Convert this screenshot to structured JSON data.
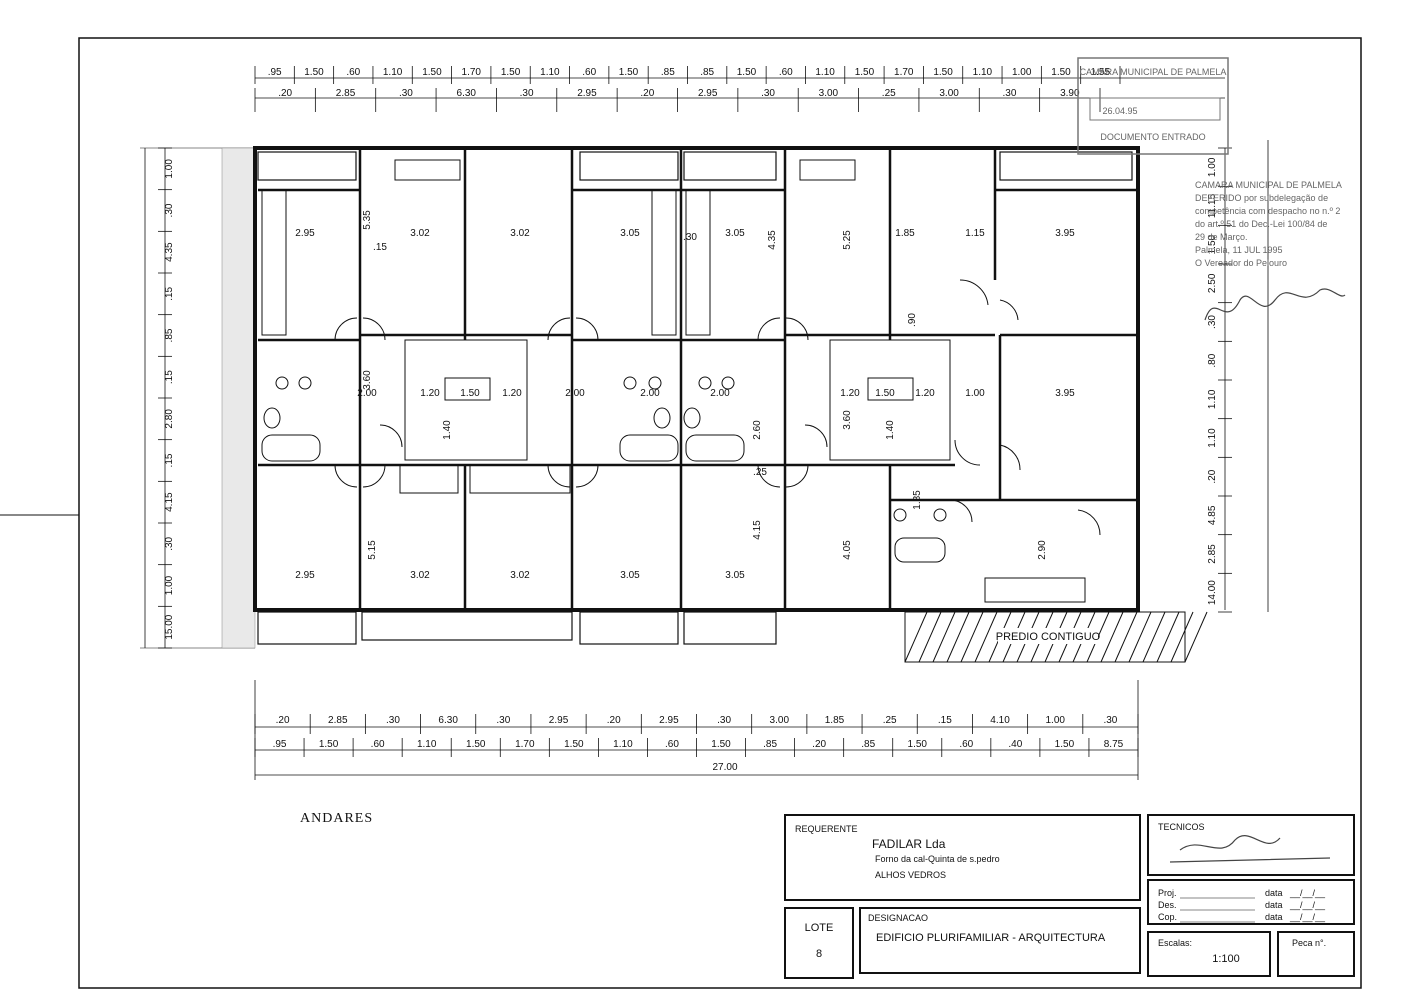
{
  "drawing": {
    "heading": "ANDARES",
    "neighbor_label": "PREDIO CONTIGUO",
    "top_dims_row1": [
      ".95",
      "1.50",
      ".60",
      "1.10",
      "1.50",
      "1.70",
      "1.50",
      "1.10",
      ".60",
      "1.50",
      ".85",
      ".85",
      "1.50",
      ".60",
      "1.10",
      "1.50",
      "1.70",
      "1.50",
      "1.10",
      "1.00",
      "1.50",
      "1.55"
    ],
    "top_dims_row2": [
      ".20",
      "2.85",
      ".30",
      "6.30",
      ".30",
      "2.95",
      ".20",
      "2.95",
      ".30",
      "3.00",
      ".25",
      "3.00",
      ".30",
      "3.90"
    ],
    "bottom_dims_row1": [
      ".20",
      "2.85",
      ".30",
      "6.30",
      ".30",
      "2.95",
      ".20",
      "2.95",
      ".30",
      "3.00",
      "1.85",
      ".25",
      ".15",
      "4.10",
      "1.00",
      ".30"
    ],
    "bottom_dims_row2": [
      ".95",
      "1.50",
      ".60",
      "1.10",
      "1.50",
      "1.70",
      "1.50",
      "1.10",
      ".60",
      "1.50",
      ".85",
      ".20",
      ".85",
      "1.50",
      ".60",
      ".40",
      "1.50",
      "8.75"
    ],
    "total_width": "27.00",
    "left_dims": [
      "1.00",
      ".30",
      "4.35",
      ".15",
      ".85",
      ".15",
      "2.80",
      ".15",
      "4.15",
      ".30",
      "1.00",
      "15.00"
    ],
    "right_dims": [
      "1.00",
      "11.15",
      "1.50",
      "2.50",
      ".30",
      ".80",
      "1.10",
      "1.10",
      ".20",
      "4.85",
      "2.85",
      "14.00"
    ],
    "room_dims": [
      "2.95",
      "3.02",
      "3.02",
      "3.05",
      "3.05",
      "1.85",
      "1.15",
      "3.95",
      "2.95",
      "3.02",
      "3.02",
      "3.05",
      "3.05",
      "3.95",
      "2.00",
      "1.50",
      "1.20",
      "1.20",
      "2.00",
      "2.00",
      "2.00",
      "1.50",
      "1.20",
      "1.20",
      "1.00",
      "5.35",
      "5.25",
      "4.35",
      "3.60",
      "3.60",
      "1.40",
      "1.40",
      "4.15",
      "5.15",
      "4.05",
      "2.90",
      "2.60",
      "1.85",
      ".90",
      ".25",
      ".15",
      ".30"
    ]
  },
  "stamps": {
    "municipal_lines": [
      "CAMARA MUNICIPAL DE PALMELA",
      "DEFERIDO por subdelegação de",
      "competência com despacho no n.º 2",
      "do art.º 51 do Dec.-Lei 100/84 de",
      "29 de Março.",
      "Palmela, 11 JUL 1995",
      "O Vereador do Pelouro"
    ],
    "received_lines": [
      "CAMARA MUNICIPAL DE PALMELA",
      "26.04.95",
      "DOCUMENTO ENTRADO"
    ]
  },
  "title_block": {
    "requerente_label": "REQUERENTE",
    "requerente_name": "FADILAR Lda",
    "address_line1": "Forno da cal-Quinta de s.pedro",
    "address_line2": "ALHOS VEDROS",
    "tecnicos_label": "TECNICOS",
    "proj_label": "Proj.",
    "des_label": "Des.",
    "cop_label": "Cop.",
    "data_label": "data",
    "data_value": "__/__/__",
    "lote_label": "LOTE",
    "lote_value": "8",
    "designacao_label": "DESIGNACAO",
    "designacao_value": "EDIFICIO PLURIFAMILIAR - ARQUITECTURA",
    "escalas_label": "Escalas:",
    "escala_value": "1:100",
    "peca_label": "Peca n°."
  }
}
